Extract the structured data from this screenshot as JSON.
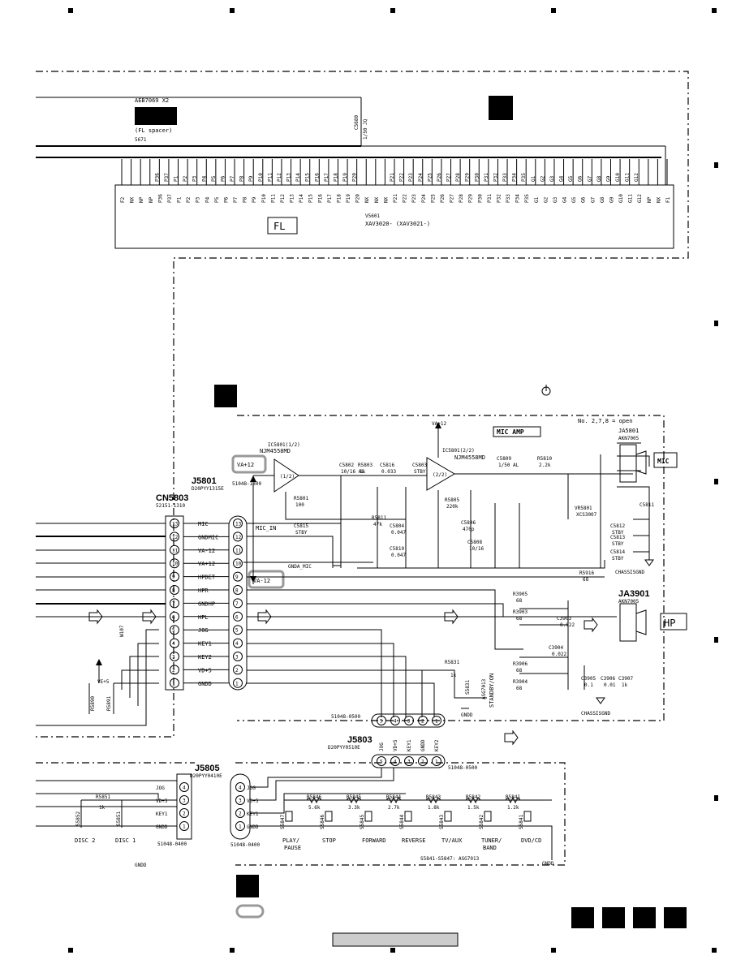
{
  "fl_block": {
    "spacer_part": "AEB7069  X2",
    "spacer_label": "(FL spacer)",
    "spacer_ref": "5671",
    "cap": "C5680",
    "cap_value": "1/50 JQ",
    "ref": "V5601",
    "part": "XAV3020-   (XAV3021-)",
    "fl_label": "FL",
    "pins_left": [
      "F2",
      "NX",
      "NP",
      "NP",
      "P36",
      "P37",
      "P1",
      "P2",
      "P3",
      "P4",
      "P5",
      "P6",
      "P7",
      "P8",
      "P9",
      "P10",
      "P11",
      "P12",
      "P13",
      "P14",
      "P15",
      "P16",
      "P17",
      "P18",
      "P19",
      "P20",
      "NX",
      "NX",
      "NX"
    ],
    "pins_right": [
      "P21",
      "P22",
      "P23",
      "P24",
      "P25",
      "P26",
      "P27",
      "P28",
      "P29",
      "P30",
      "P31",
      "P32",
      "P33",
      "P34",
      "P35",
      "G1",
      "G2",
      "G3",
      "G4",
      "G5",
      "G6",
      "G7",
      "G8",
      "G9",
      "G10",
      "G11",
      "G12",
      "NP",
      "NX",
      "F1"
    ]
  },
  "mic_amp": {
    "title": "MIC AMP",
    "note": "No. 2,7,8 = open",
    "ic1_ref": "IC5801(1/2)",
    "ic1_part": "NJM4558MD",
    "ic1_label": "(1/2)",
    "ic2_ref": "IC5801(2/2)",
    "ic2_part": "NJM4558MD",
    "ic2_label": "(2/2)",
    "va_plus": "VA+12",
    "va_minus": "VA-12",
    "mic_in": "MIC_IN",
    "gnda_mic": "GNDA_MIC",
    "jack_ref": "JA5801",
    "jack_part": "AKN7005",
    "jack_label": "MIC",
    "chassis": "CHASSISGND",
    "power_icon": "power-icon",
    "components": [
      {
        "ref": "C5802",
        "val": "10/16 AL"
      },
      {
        "ref": "R5803",
        "val": "1k"
      },
      {
        "ref": "C5816",
        "val": "0.033"
      },
      {
        "ref": "C5803",
        "val": "STBY"
      },
      {
        "ref": "C5809",
        "val": "1/50 AL"
      },
      {
        "ref": "R5810",
        "val": "2.2k"
      },
      {
        "ref": "R5801",
        "val": "100"
      },
      {
        "ref": "C5815",
        "val": "STBY"
      },
      {
        "ref": "R5811",
        "val": "47k"
      },
      {
        "ref": "C5804",
        "val": "0.047"
      },
      {
        "ref": "C5810",
        "val": "0.047"
      },
      {
        "ref": "R5805",
        "val": "220k"
      },
      {
        "ref": "C5806",
        "val": "470p"
      },
      {
        "ref": "C5808",
        "val": "10/16"
      },
      {
        "ref": "VR5801",
        "val": "XCS3007"
      },
      {
        "ref": "C5811",
        "val": ""
      },
      {
        "ref": "C5812",
        "val": "STBY"
      },
      {
        "ref": "C5813",
        "val": "STBY"
      },
      {
        "ref": "C5814",
        "val": "STBY"
      }
    ]
  },
  "j5801": {
    "ref": "J5801",
    "part": "D20PYY1315E",
    "conn": "51048-1300",
    "cn_ref": "CN5803",
    "cn_part": "52151-1310",
    "pins": [
      {
        "n": "13",
        "label": "MIC"
      },
      {
        "n": "12",
        "label": "GNDMIC"
      },
      {
        "n": "11",
        "label": "VA-12"
      },
      {
        "n": "10",
        "label": "VA+12"
      },
      {
        "n": "9",
        "label": "HPDET"
      },
      {
        "n": "8",
        "label": "HPR"
      },
      {
        "n": "7",
        "label": "GNDHP"
      },
      {
        "n": "6",
        "label": "HPL"
      },
      {
        "n": "5",
        "label": "JOG"
      },
      {
        "n": "4",
        "label": "KEY1"
      },
      {
        "n": "3",
        "label": "KEY2"
      },
      {
        "n": "2",
        "label": "VD+5"
      },
      {
        "n": "1",
        "label": "GNDD"
      }
    ],
    "ve5": "VE+5",
    "w107": "W107",
    "r5890": "R5890",
    "r5891": "R5891"
  },
  "hp_block": {
    "jack_ref": "JA3901",
    "jack_part": "AKN7005",
    "jack_label": "HP",
    "chassis": "CHASSISGND",
    "parts": [
      {
        "ref": "R5916",
        "val": "68"
      },
      {
        "ref": "R3905",
        "val": "68"
      },
      {
        "ref": "R3903",
        "val": "68"
      },
      {
        "ref": "C3903",
        "val": "0.022"
      },
      {
        "ref": "C3904",
        "val": "0.022"
      },
      {
        "ref": "R3906",
        "val": "68"
      },
      {
        "ref": "R3904",
        "val": "68"
      },
      {
        "ref": "C3905",
        "val": "0.1"
      },
      {
        "ref": "C3906",
        "val": "0.01"
      },
      {
        "ref": "C3907",
        "val": "1k"
      }
    ],
    "r5831": "R5831",
    "r5831_val": "1k",
    "s5831": "S5831",
    "standby_part": "ASG7013",
    "standby": "STANDBY/ON",
    "gndd": "GNDD"
  },
  "j5803": {
    "ref": "J5803",
    "part": "D20PYY0510E",
    "conn_top": "51048-0500",
    "conn_bottom": "51048-0500",
    "pins": [
      "JOG",
      "VD+5",
      "KEY1",
      "GNDD",
      "KEY2"
    ],
    "nums": [
      "5",
      "4",
      "3",
      "2",
      "1"
    ]
  },
  "j5805": {
    "ref": "J5805",
    "part": "D20PYY0410E",
    "conn": "51048-0400",
    "conn_right": "51048-0400",
    "pins": [
      {
        "n": "4",
        "label": "JOG"
      },
      {
        "n": "3",
        "label": "VD+5"
      },
      {
        "n": "2",
        "label": "KEY1"
      },
      {
        "n": "1",
        "label": "GNDD"
      }
    ],
    "r5851": "R5851",
    "r5851_val": "1k",
    "s5852": "S5852",
    "s5851": "S5851",
    "disc2": "DISC 2",
    "disc1": "DISC 1",
    "gndd": "GNDD"
  },
  "keys": {
    "resistors": [
      {
        "ref": "R5846",
        "val": "5.6k"
      },
      {
        "ref": "R5845",
        "val": "3.3k"
      },
      {
        "ref": "R5844",
        "val": "2.7k"
      },
      {
        "ref": "R5843",
        "val": "1.8k"
      },
      {
        "ref": "R5842",
        "val": "1.5k"
      },
      {
        "ref": "R5841",
        "val": "1.2k"
      }
    ],
    "switches": [
      "S5847",
      "S5846",
      "S5845",
      "S5844",
      "S5843",
      "S5842",
      "S5841"
    ],
    "labels": [
      "PLAY/ PAUSE",
      "STOP",
      "FORWARD",
      "REVERSE",
      "TV/AUX",
      "TUNER/ BAND",
      "DVD/CD"
    ],
    "note": "S5841-S5847: ASG7013",
    "gndd": "GNDD"
  },
  "colors": {
    "line": "#000000",
    "highlight": "#999999",
    "footer_bar": "#cccccc"
  }
}
